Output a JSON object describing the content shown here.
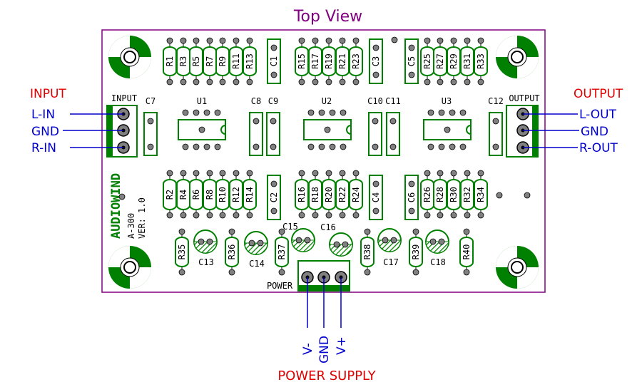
{
  "title": "Top View",
  "labels": {
    "input_header": "INPUT",
    "output_header": "OUTPUT",
    "l_in": "L-IN",
    "gnd_in": "GND",
    "r_in": "R-IN",
    "l_out": "L-OUT",
    "gnd_out": "GND",
    "r_out": "R-OUT",
    "power_supply": "POWER SUPPLY",
    "v_minus": "V-",
    "v_gnd": "GND",
    "v_plus": "V+"
  },
  "board": {
    "silk_input": "INPUT",
    "silk_output": "OUTPUT",
    "silk_power": "POWER",
    "brand": "AUDIOWIND",
    "model": "A-300",
    "version": "VER: 1.0"
  },
  "ics": {
    "u1": "U1",
    "u2": "U2",
    "u3": "U3"
  },
  "resistors_top": [
    "R1",
    "R3",
    "R5",
    "R7",
    "R9",
    "R11",
    "R13",
    "R15",
    "R17",
    "R19",
    "R21",
    "R23",
    "R25",
    "R27",
    "R29",
    "R31",
    "R33"
  ],
  "resistors_bottom": [
    "R2",
    "R4",
    "R6",
    "R8",
    "R10",
    "R12",
    "R14",
    "R16",
    "R18",
    "R20",
    "R22",
    "R24",
    "R26",
    "R28",
    "R30",
    "R32",
    "R34"
  ],
  "resistors_lower": [
    "R35",
    "R36",
    "R37",
    "R38",
    "R39",
    "R40"
  ],
  "caps_film": [
    "C1",
    "C3",
    "C5",
    "C2",
    "C4",
    "C6",
    "C7",
    "C8",
    "C9",
    "C10",
    "C11",
    "C12"
  ],
  "caps_electrolytic": [
    "C13",
    "C14",
    "C15",
    "C16",
    "C17",
    "C18"
  ],
  "colors": {
    "title": "#800080",
    "accent_red": "#e00000",
    "wire_blue": "#0000cc",
    "board_outline": "#800080",
    "component_green": "#008000",
    "pad_gray": "#808080",
    "silk_dark": "#000000"
  }
}
